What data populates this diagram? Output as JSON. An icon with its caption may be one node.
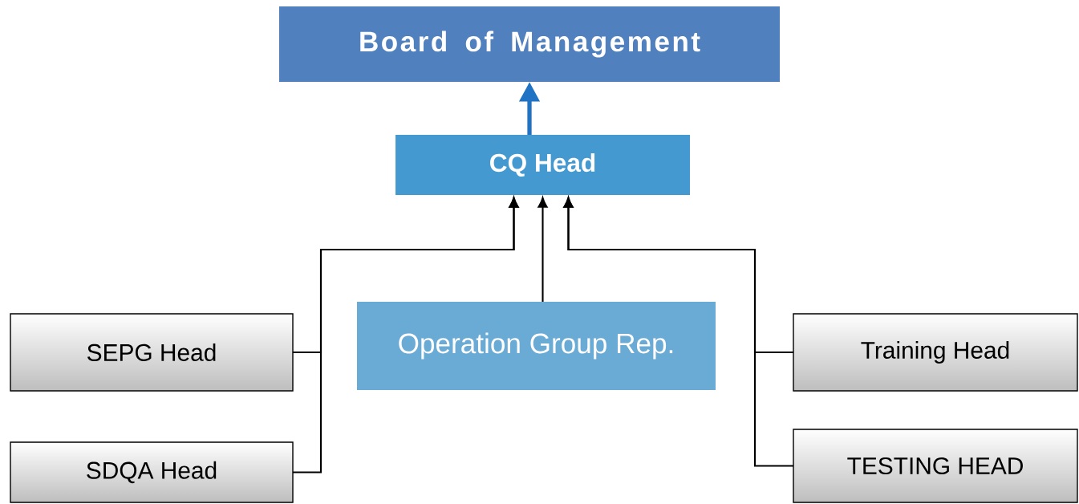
{
  "diagram": {
    "nodes": [
      {
        "text": [
          "Board of Management"
        ]
      },
      {
        "text": [
          "CQ Head"
        ]
      },
      {
        "text": [
          "Operation Group Rep."
        ]
      },
      {
        "text": [
          "SEPG Head"
        ]
      },
      {
        "text": [
          "SDQA Head"
        ]
      },
      {
        "text": [
          "Training Head"
        ]
      },
      {
        "text": [
          "TESTING HEAD"
        ]
      }
    ],
    "edges": [
      {
        "from": 1,
        "to": 0,
        "arrow": "to",
        "style": "thick",
        "color": "#1f72c4"
      },
      {
        "from": 3,
        "to": 1,
        "arrow": "to"
      },
      {
        "from": 4,
        "to": 1,
        "arrow": "to"
      },
      {
        "from": 2,
        "to": 1,
        "arrow": "to"
      },
      {
        "from": 5,
        "to": 1,
        "arrow": "to"
      },
      {
        "from": 6,
        "to": 1,
        "arrow": "to"
      }
    ]
  }
}
